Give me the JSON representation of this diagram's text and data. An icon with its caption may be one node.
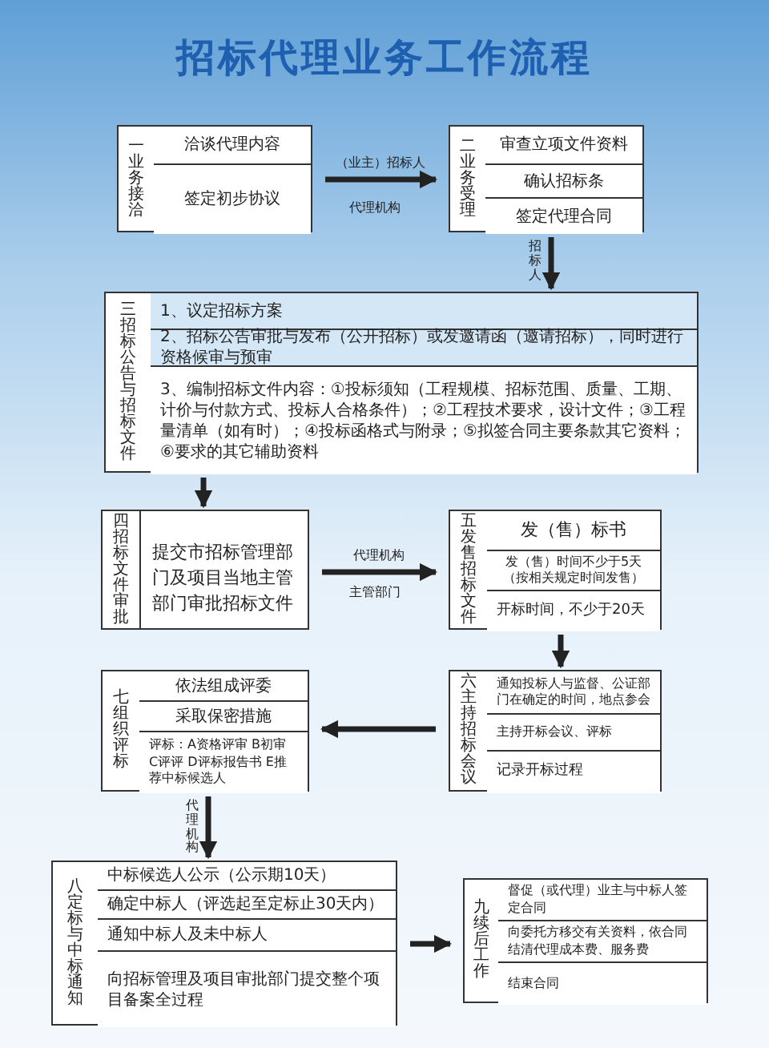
{
  "diagram": {
    "title": "招标代理业务工作流程",
    "nodes": [
      {
        "text": [
          "一业务接洽"
        ]
      },
      {
        "text": [
          "洽谈代理内容"
        ],
        "in": 0
      },
      {
        "text": [
          "签定初步协议"
        ],
        "in": 0
      },
      {
        "text": [
          "二业务受理"
        ]
      },
      {
        "text": [
          "审查立项文件资料"
        ],
        "in": 3
      },
      {
        "text": [
          "确认招标条"
        ],
        "in": 3
      },
      {
        "text": [
          "签定代理合同"
        ],
        "in": 3
      },
      {
        "text": [
          "三招标公告与招标文件"
        ]
      },
      {
        "text": [
          "1、议定招标方案"
        ],
        "in": 7
      },
      {
        "text": [
          "2、招标公告审批与发布（公开招标）或发邀请函（邀请招标），同时进行资格候审与预审"
        ],
        "in": 7
      },
      {
        "text": [
          "3、编制招标文件内容：①投标须知（工程规模、招标范围、质量、工期、计价与付款方式、投标人合格条件）；②工程技术要求，设计文件；③工程量清单（如有时）；④投标函格式与附录；⑤拟签合同主要条款其它资料；⑥要求的其它辅助资料"
        ],
        "in": 7
      },
      {
        "text": [
          "四招标文件审批",
          "提交市招标管理部门及项目当地主管部门审批招标文件"
        ]
      },
      {
        "text": [
          "五发售招标文件"
        ]
      },
      {
        "text": [
          "发（售）标书"
        ],
        "in": 12
      },
      {
        "text": [
          "发（售）时间不少于5天（按相关规定时间发售）"
        ],
        "in": 12
      },
      {
        "text": [
          "开标时间，不少于20天"
        ],
        "in": 12
      },
      {
        "text": [
          "六主持招标会议"
        ]
      },
      {
        "text": [
          "通知投标人与监督、公证部门在确定的时间，地点参会"
        ],
        "in": 16
      },
      {
        "text": [
          "主持开标会议、评标"
        ],
        "in": 16
      },
      {
        "text": [
          "记录开标过程"
        ],
        "in": 16
      },
      {
        "text": [
          "七组织评标"
        ]
      },
      {
        "text": [
          "依法组成评委"
        ],
        "in": 20
      },
      {
        "text": [
          "采取保密措施"
        ],
        "in": 20
      },
      {
        "text": [
          "评标：A资格评审 B初审 C评评 D评标报告书 E推荐中标候选人"
        ],
        "in": 20
      },
      {
        "text": [
          "八定标与中标通知"
        ]
      },
      {
        "text": [
          "中标候选人公示（公示期10天）"
        ],
        "in": 24
      },
      {
        "text": [
          "确定中标人（评选起至定标止30天内）"
        ],
        "in": 24
      },
      {
        "text": [
          "通知中标人及未中标人"
        ],
        "in": 24
      },
      {
        "text": [
          "向招标管理及项目审批部门提交整个项目备案全过程"
        ],
        "in": 24
      },
      {
        "text": [
          "九续后工作"
        ]
      },
      {
        "text": [
          "督促（或代理）业主与中标人签定合同"
        ],
        "in": 29
      },
      {
        "text": [
          "向委托方移交有关资料，依合同结清代理成本费、服务费"
        ],
        "in": 29
      },
      {
        "text": [
          "结束合同"
        ],
        "in": 29
      }
    ],
    "edges": [
      {
        "from": 0,
        "to": 3,
        "arrow": "to",
        "label": "（业主）招标人"
      },
      {
        "from": 3,
        "to": 7,
        "arrow": "to",
        "label": "招标人"
      },
      {
        "from": 7,
        "to": 11,
        "arrow": "to"
      },
      {
        "from": 11,
        "to": 12,
        "arrow": "to",
        "label": "代理机构"
      },
      {
        "from": 12,
        "to": 16,
        "arrow": "to"
      },
      {
        "from": 16,
        "to": 20,
        "arrow": "to"
      },
      {
        "from": 20,
        "to": 24,
        "arrow": "to",
        "label": "代理机构"
      },
      {
        "from": 24,
        "to": 29,
        "arrow": "to"
      }
    ],
    "labels": [
      "代理机构",
      "主管部门"
    ]
  }
}
